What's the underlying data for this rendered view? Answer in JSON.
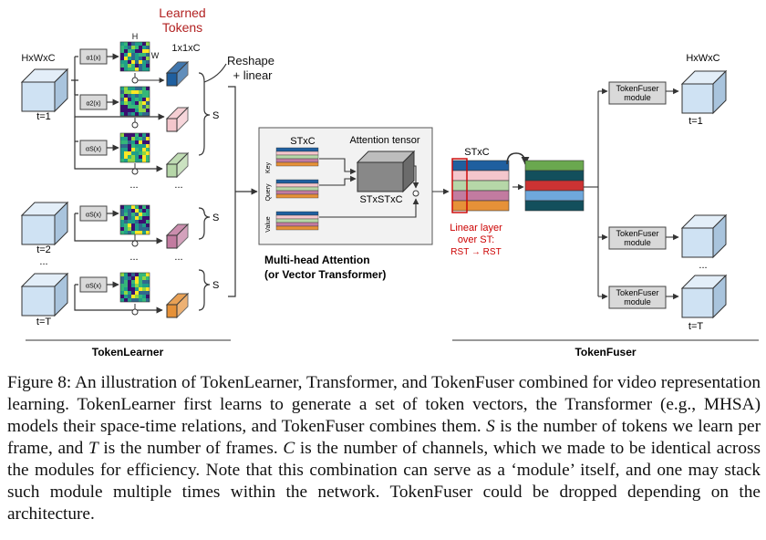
{
  "figure": {
    "labels": {
      "learned_tokens_1": "Learned",
      "learned_tokens_2": "Tokens",
      "hwc_left": "HxWxC",
      "hwc_right": "HxWxC",
      "h": "H",
      "w": "W",
      "one_c": "1x1xC",
      "reshape_1": "Reshape",
      "reshape_2": "+ linear",
      "t1": "t=1",
      "t2": "t=2",
      "tT": "t=T",
      "t1_right": "t=1",
      "tT_right": "t=T",
      "s1": "S",
      "s2": "S",
      "s3": "S",
      "alpha1": "α1(x)",
      "alpha2": "α2(x)",
      "alphaS": "αS(x)",
      "alpha4": "αS(x)",
      "alpha5": "αS(x)",
      "dots": "...",
      "stxc_left": "STxC",
      "attention_tensor": "Attention tensor",
      "stxstxc": "STxSTxC",
      "key": "Key",
      "query": "Query",
      "value": "Value",
      "mha_1": "Multi-head Attention",
      "mha_2": "(or Vector Transformer)",
      "stxc_right": "STxC",
      "linear_1": "Linear layer",
      "linear_2": "over ST:",
      "linear_3": "RST → RST",
      "fuser_1": "TokenFuser",
      "fuser_2": "module",
      "token_learner": "TokenLearner",
      "token_fuser": "TokenFuser"
    },
    "colors": {
      "cube": "#cfe2f3",
      "cube_edge": "#333333",
      "token_blue": "#1f5f9f",
      "token_pink": "#f4c6cc",
      "token_green": "#b6d7a8",
      "token_purple": "#c27ba0",
      "token_orange": "#e69138",
      "stripe_blue": "#1f5f9f",
      "stripe_pink": "#f4c6cc",
      "stripe_green": "#b6d7a8",
      "stripe_purple": "#c27ba0",
      "stripe_orange": "#e69138",
      "fused_green": "#6aa84f",
      "fused_teal": "#134f5c",
      "fused_red": "#cc3333",
      "fused_lightblue": "#6fa8dc",
      "highlight_red": "#cc0000",
      "panel_bg": "#f2f2f2"
    }
  },
  "caption": {
    "p1": "Figure 8: An illustration of TokenLearner, Transformer, and TokenFuser combined for video representation learning. TokenLearner first learns to generate a set of token vectors, the Transformer (e.g., MHSA) models their space-time relations, and TokenFuser combines them. ",
    "v_s": "S",
    "p2": " is the number of tokens we learn per frame, and ",
    "v_t": "T",
    "p3": " is the number of frames. ",
    "v_c": "C",
    "p4": " is the number of channels, which we made to be identical across the modules for efficiency. Note that this combination can serve as a ‘module’ itself, and one may stack such module multiple times within the network. TokenFuser could be dropped depending on the architecture."
  }
}
